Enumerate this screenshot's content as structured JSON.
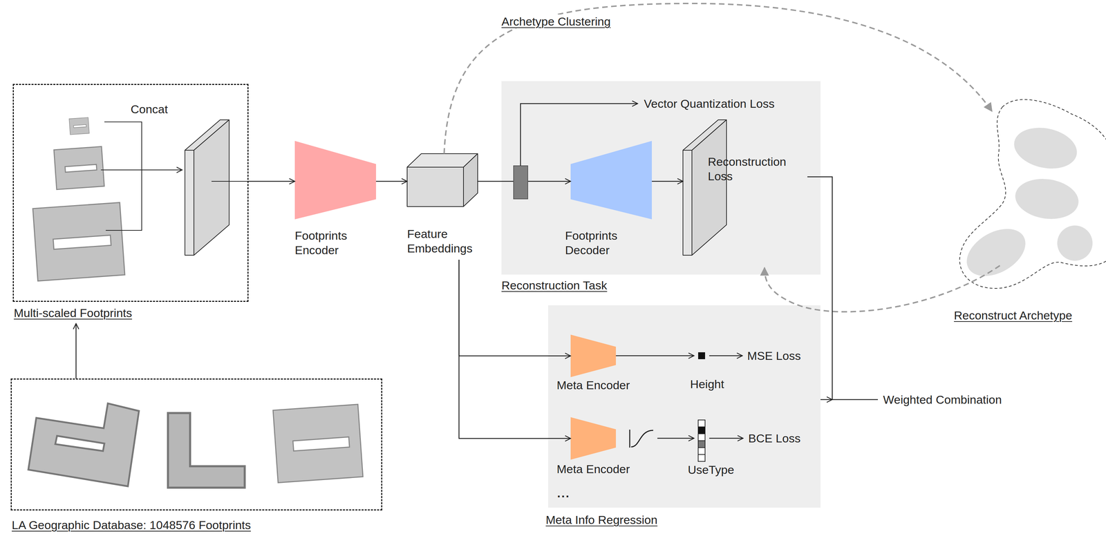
{
  "diagram": {
    "nodes": [
      {
        "text": [
          "Multi-scaled Footprints"
        ]
      },
      {
        "text": [
          "LA Geographic Database: 1048576 Footprints"
        ]
      },
      {
        "text": [
          "Footprints Encoder"
        ]
      },
      {
        "text": [
          "Feature Embeddings"
        ]
      },
      {
        "text": [
          "Reconstruction Task"
        ]
      },
      {
        "text": [
          "Footprints Decoder"
        ],
        "in": 4
      },
      {
        "text": [
          "Reconstruction Loss"
        ],
        "in": 4
      },
      {
        "text": [
          "Meta Info Regression"
        ]
      },
      {
        "text": [
          "Meta Encoder"
        ],
        "in": 7
      },
      {
        "text": [
          "Meta Encoder"
        ],
        "in": 7
      },
      {
        "text": [
          "Reconstruct Archetype"
        ]
      }
    ],
    "edges": [
      {
        "from": 1,
        "to": 0,
        "arrow": "to"
      },
      {
        "from": 0,
        "to": 2,
        "arrow": "to"
      },
      {
        "from": 2,
        "to": 3,
        "arrow": "to"
      },
      {
        "from": 3,
        "to": 5,
        "arrow": "to"
      },
      {
        "from": 5,
        "to": 6,
        "arrow": "to"
      },
      {
        "from": 3,
        "to": 8,
        "arrow": "to"
      },
      {
        "from": 3,
        "to": 9,
        "arrow": "to"
      },
      {
        "from": 3,
        "to": 10,
        "label": "Archetype Clustering",
        "arrow": "to"
      },
      {
        "from": 10,
        "to": 4,
        "arrow": "to"
      }
    ],
    "labels": [
      "Concat",
      "Vector Quantization Loss",
      "Height",
      "MSE Loss",
      "UseType",
      "BCE Loss",
      "...",
      "Weighted Combination"
    ]
  }
}
